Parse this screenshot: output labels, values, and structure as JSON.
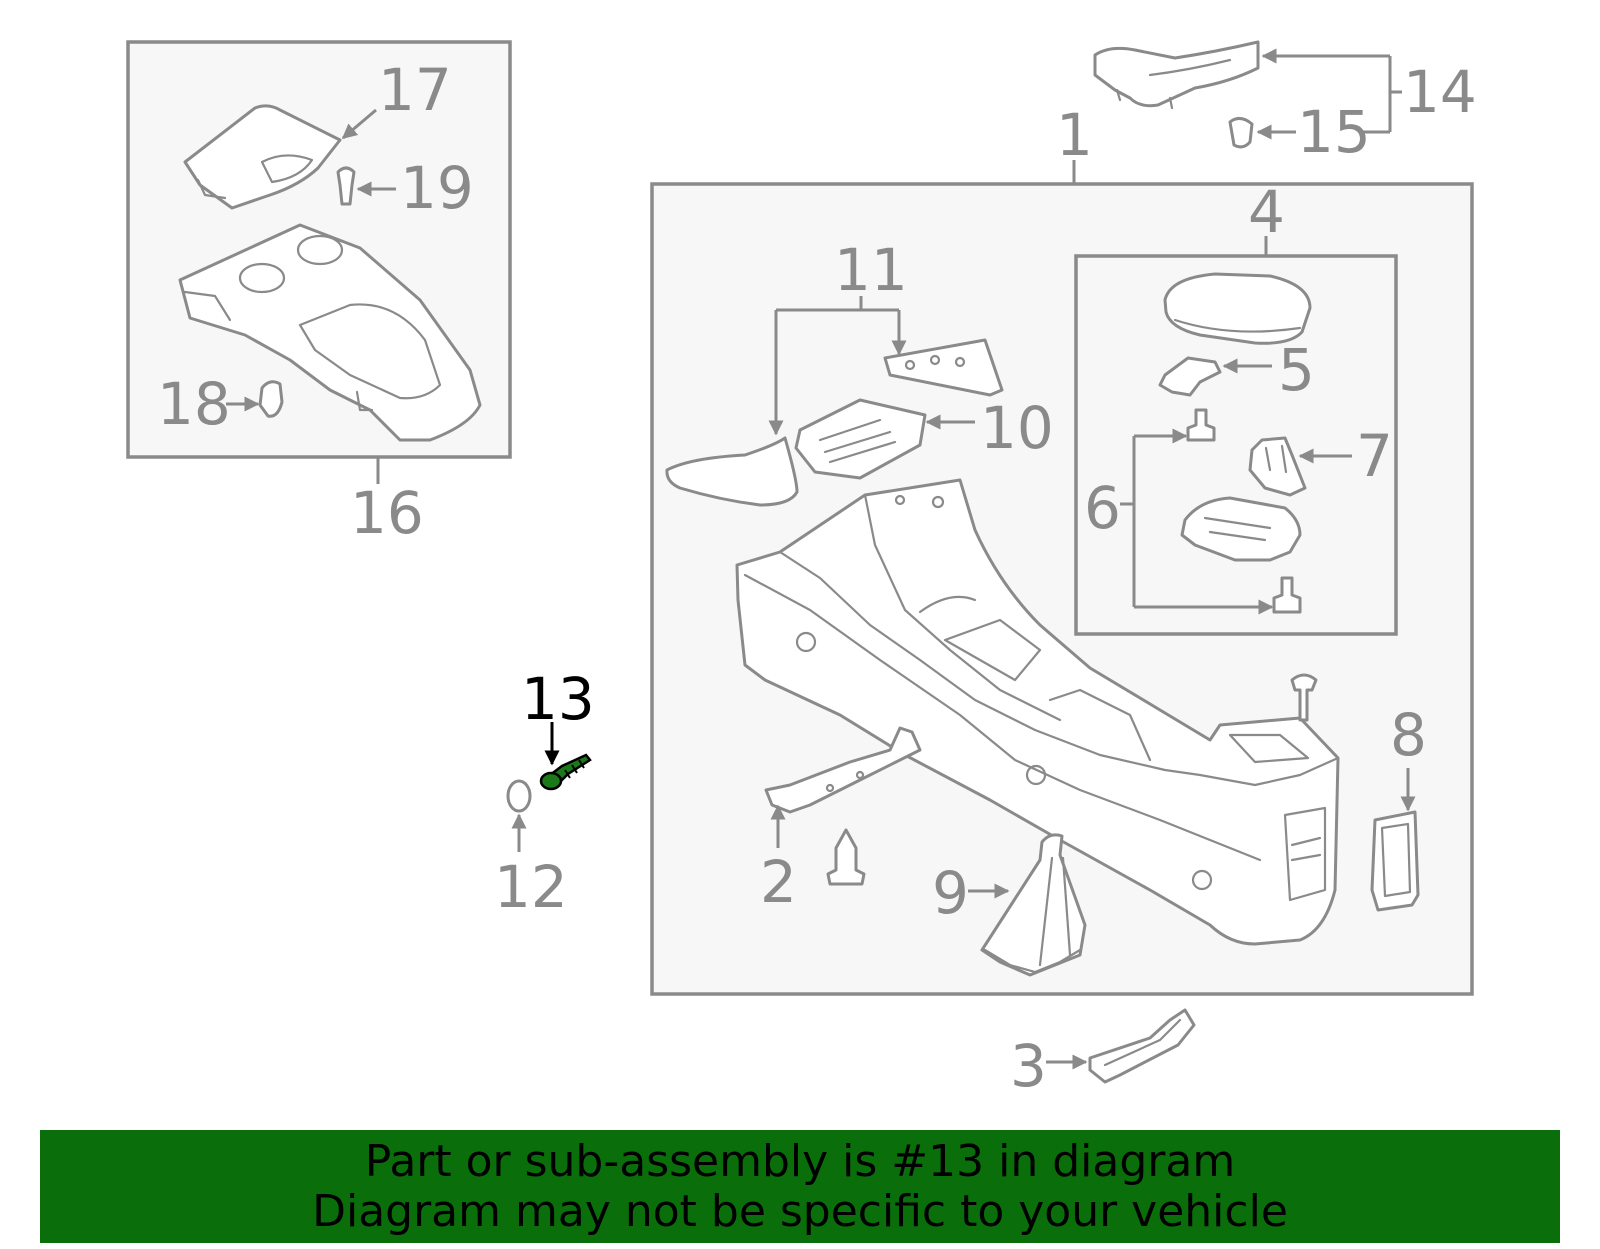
{
  "callouts": {
    "c1": "1",
    "c2": "2",
    "c3": "3",
    "c4": "4",
    "c5": "5",
    "c6": "6",
    "c7": "7",
    "c8": "8",
    "c9": "9",
    "c10": "10",
    "c11": "11",
    "c12": "12",
    "c13": "13",
    "c14": "14",
    "c15": "15",
    "c16": "16",
    "c17": "17",
    "c18": "18",
    "c19": "19"
  },
  "highlighted_part": "13",
  "colors": {
    "line": "#8a8a8a",
    "highlight": "#000000",
    "highlight_part": "#1a7a1a",
    "footer_bg": "#0a6e0a"
  },
  "footer": {
    "line1": "Part or sub-assembly is #13 in diagram",
    "line2": "Diagram may not be specific to your vehicle"
  }
}
